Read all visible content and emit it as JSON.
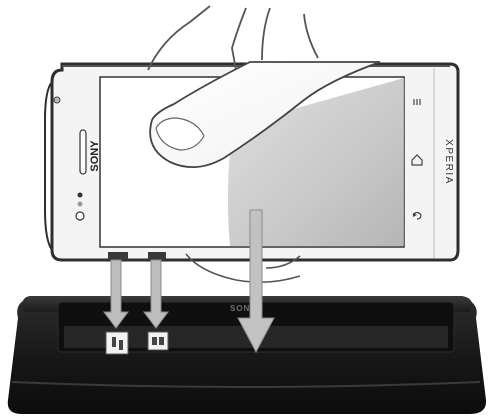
{
  "phone": {
    "brand_label": "SONY",
    "model_label": "XPERIA"
  },
  "dock": {
    "brand_label": "SONY"
  },
  "icons": {
    "phone_hardware_keys": [
      "menu-key-icon",
      "home-key-icon",
      "back-key-icon"
    ],
    "dock_contacts": [
      "dock-contact-left-icon",
      "dock-contact-right-icon"
    ],
    "guide_arrows": [
      "arrow-contact-left-icon",
      "arrow-contact-right-icon",
      "arrow-phone-down-icon"
    ]
  },
  "colors": {
    "dock_body": "#1a1a1a",
    "dock_top": "#2a2a2a",
    "phone_body": "#f2f2f2",
    "phone_frame": "#3a3a3a",
    "screen": "#ffffff",
    "arrow_fill": "#bdbdbd",
    "arrow_outline": "#8a8a8a"
  }
}
